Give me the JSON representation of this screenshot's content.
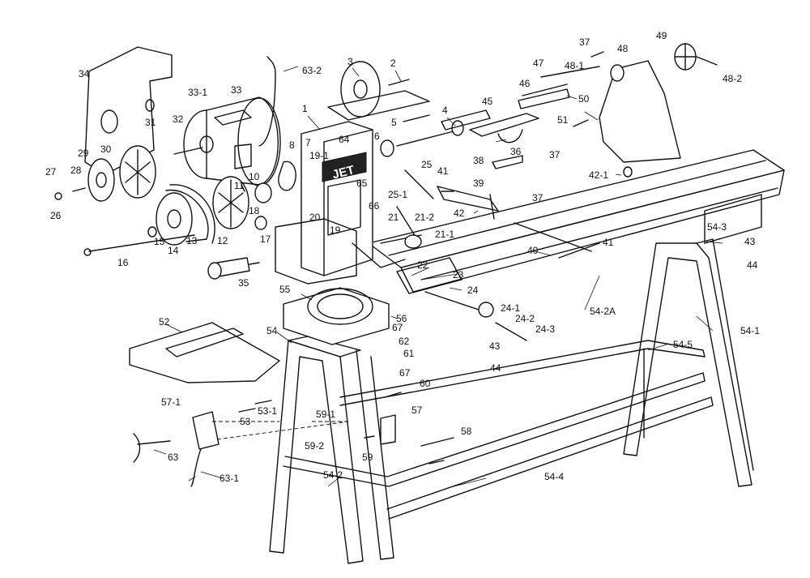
{
  "brand": {
    "logo": "JET"
  },
  "parts": [
    {
      "id": "p1",
      "text": "1"
    },
    {
      "id": "p2",
      "text": "2"
    },
    {
      "id": "p3",
      "text": "3"
    },
    {
      "id": "p4",
      "text": "4"
    },
    {
      "id": "p5",
      "text": "5"
    },
    {
      "id": "p6",
      "text": "6"
    },
    {
      "id": "p7",
      "text": "7"
    },
    {
      "id": "p8",
      "text": "8"
    },
    {
      "id": "p10",
      "text": "10"
    },
    {
      "id": "p11",
      "text": "11"
    },
    {
      "id": "p12",
      "text": "12"
    },
    {
      "id": "p13",
      "text": "13"
    },
    {
      "id": "p14",
      "text": "14"
    },
    {
      "id": "p15",
      "text": "15"
    },
    {
      "id": "p16",
      "text": "16"
    },
    {
      "id": "p17",
      "text": "17"
    },
    {
      "id": "p18",
      "text": "18"
    },
    {
      "id": "p19",
      "text": "19"
    },
    {
      "id": "p19_1",
      "text": "19-1"
    },
    {
      "id": "p20",
      "text": "20"
    },
    {
      "id": "p21",
      "text": "21"
    },
    {
      "id": "p21_1",
      "text": "21-1"
    },
    {
      "id": "p21_2",
      "text": "21-2"
    },
    {
      "id": "p22",
      "text": "22"
    },
    {
      "id": "p23",
      "text": "23"
    },
    {
      "id": "p24",
      "text": "24"
    },
    {
      "id": "p24_1",
      "text": "24-1"
    },
    {
      "id": "p24_2",
      "text": "24-2"
    },
    {
      "id": "p24_3",
      "text": "24-3"
    },
    {
      "id": "p25",
      "text": "25"
    },
    {
      "id": "p25_1",
      "text": "25-1"
    },
    {
      "id": "p26",
      "text": "26"
    },
    {
      "id": "p27",
      "text": "27"
    },
    {
      "id": "p28",
      "text": "28"
    },
    {
      "id": "p29",
      "text": "29"
    },
    {
      "id": "p30",
      "text": "30"
    },
    {
      "id": "p31",
      "text": "31"
    },
    {
      "id": "p32",
      "text": "32"
    },
    {
      "id": "p33",
      "text": "33"
    },
    {
      "id": "p33_1",
      "text": "33-1"
    },
    {
      "id": "p34",
      "text": "34"
    },
    {
      "id": "p35",
      "text": "35"
    },
    {
      "id": "p36",
      "text": "36"
    },
    {
      "id": "p37a",
      "text": "37"
    },
    {
      "id": "p37b",
      "text": "37"
    },
    {
      "id": "p37c",
      "text": "37"
    },
    {
      "id": "p38",
      "text": "38"
    },
    {
      "id": "p39",
      "text": "39"
    },
    {
      "id": "p40",
      "text": "40"
    },
    {
      "id": "p41a",
      "text": "41"
    },
    {
      "id": "p41b",
      "text": "41"
    },
    {
      "id": "p42",
      "text": "42"
    },
    {
      "id": "p42_1",
      "text": "42-1"
    },
    {
      "id": "p43a",
      "text": "43"
    },
    {
      "id": "p43b",
      "text": "43"
    },
    {
      "id": "p44a",
      "text": "44"
    },
    {
      "id": "p44b",
      "text": "44"
    },
    {
      "id": "p45",
      "text": "45"
    },
    {
      "id": "p46",
      "text": "46"
    },
    {
      "id": "p47",
      "text": "47"
    },
    {
      "id": "p48",
      "text": "48"
    },
    {
      "id": "p48_1",
      "text": "48-1"
    },
    {
      "id": "p48_2",
      "text": "48-2"
    },
    {
      "id": "p49",
      "text": "49"
    },
    {
      "id": "p50",
      "text": "50"
    },
    {
      "id": "p51",
      "text": "51"
    },
    {
      "id": "p52",
      "text": "52"
    },
    {
      "id": "p53",
      "text": "53"
    },
    {
      "id": "p53_1",
      "text": "53-1"
    },
    {
      "id": "p54a",
      "text": "54"
    },
    {
      "id": "p54_1",
      "text": "54-1"
    },
    {
      "id": "p54_2",
      "text": "54-2"
    },
    {
      "id": "p54_2A",
      "text": "54-2A"
    },
    {
      "id": "p54_3",
      "text": "54-3"
    },
    {
      "id": "p54_4",
      "text": "54-4"
    },
    {
      "id": "p54_5",
      "text": "54-5"
    },
    {
      "id": "p55",
      "text": "55"
    },
    {
      "id": "p56",
      "text": "56"
    },
    {
      "id": "p57",
      "text": "57"
    },
    {
      "id": "p57_1",
      "text": "57-1"
    },
    {
      "id": "p58",
      "text": "58"
    },
    {
      "id": "p59",
      "text": "59"
    },
    {
      "id": "p59_1",
      "text": "59-1"
    },
    {
      "id": "p59_2",
      "text": "59-2"
    },
    {
      "id": "p60",
      "text": "60"
    },
    {
      "id": "p61",
      "text": "61"
    },
    {
      "id": "p62",
      "text": "62"
    },
    {
      "id": "p63",
      "text": "63"
    },
    {
      "id": "p63_1",
      "text": "63-1"
    },
    {
      "id": "p63_2",
      "text": "63-2"
    },
    {
      "id": "p64",
      "text": "64"
    },
    {
      "id": "p65",
      "text": "65"
    },
    {
      "id": "p66",
      "text": "66"
    },
    {
      "id": "p67a",
      "text": "67"
    },
    {
      "id": "p67b",
      "text": "67"
    }
  ]
}
